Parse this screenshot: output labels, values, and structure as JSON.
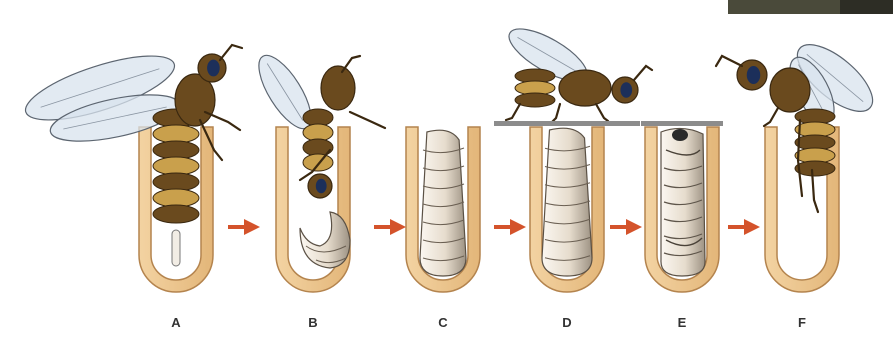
{
  "diagram": {
    "stages": [
      {
        "label": "A",
        "content": "adult-laying-egg",
        "cap": false
      },
      {
        "label": "B",
        "content": "adult-feeding-larva",
        "cap": false
      },
      {
        "label": "C",
        "content": "larva",
        "cap": false
      },
      {
        "label": "D",
        "content": "capped-larva-with-adult-on-top",
        "cap": true
      },
      {
        "label": "E",
        "content": "pupa",
        "cap": true
      },
      {
        "label": "F",
        "content": "emerging-adult",
        "cap": false
      }
    ],
    "colors": {
      "cell": "#ecc58f",
      "cell_outline": "#b4844e",
      "arrow": "#d4532b",
      "cap": "#8c8c8c",
      "larva": "#e9e0d4",
      "bee_body": "#6a4a1e",
      "bee_stripe": "#c9a04c",
      "wing": "#d8e3ee",
      "eye": "#1c2f5a"
    }
  }
}
